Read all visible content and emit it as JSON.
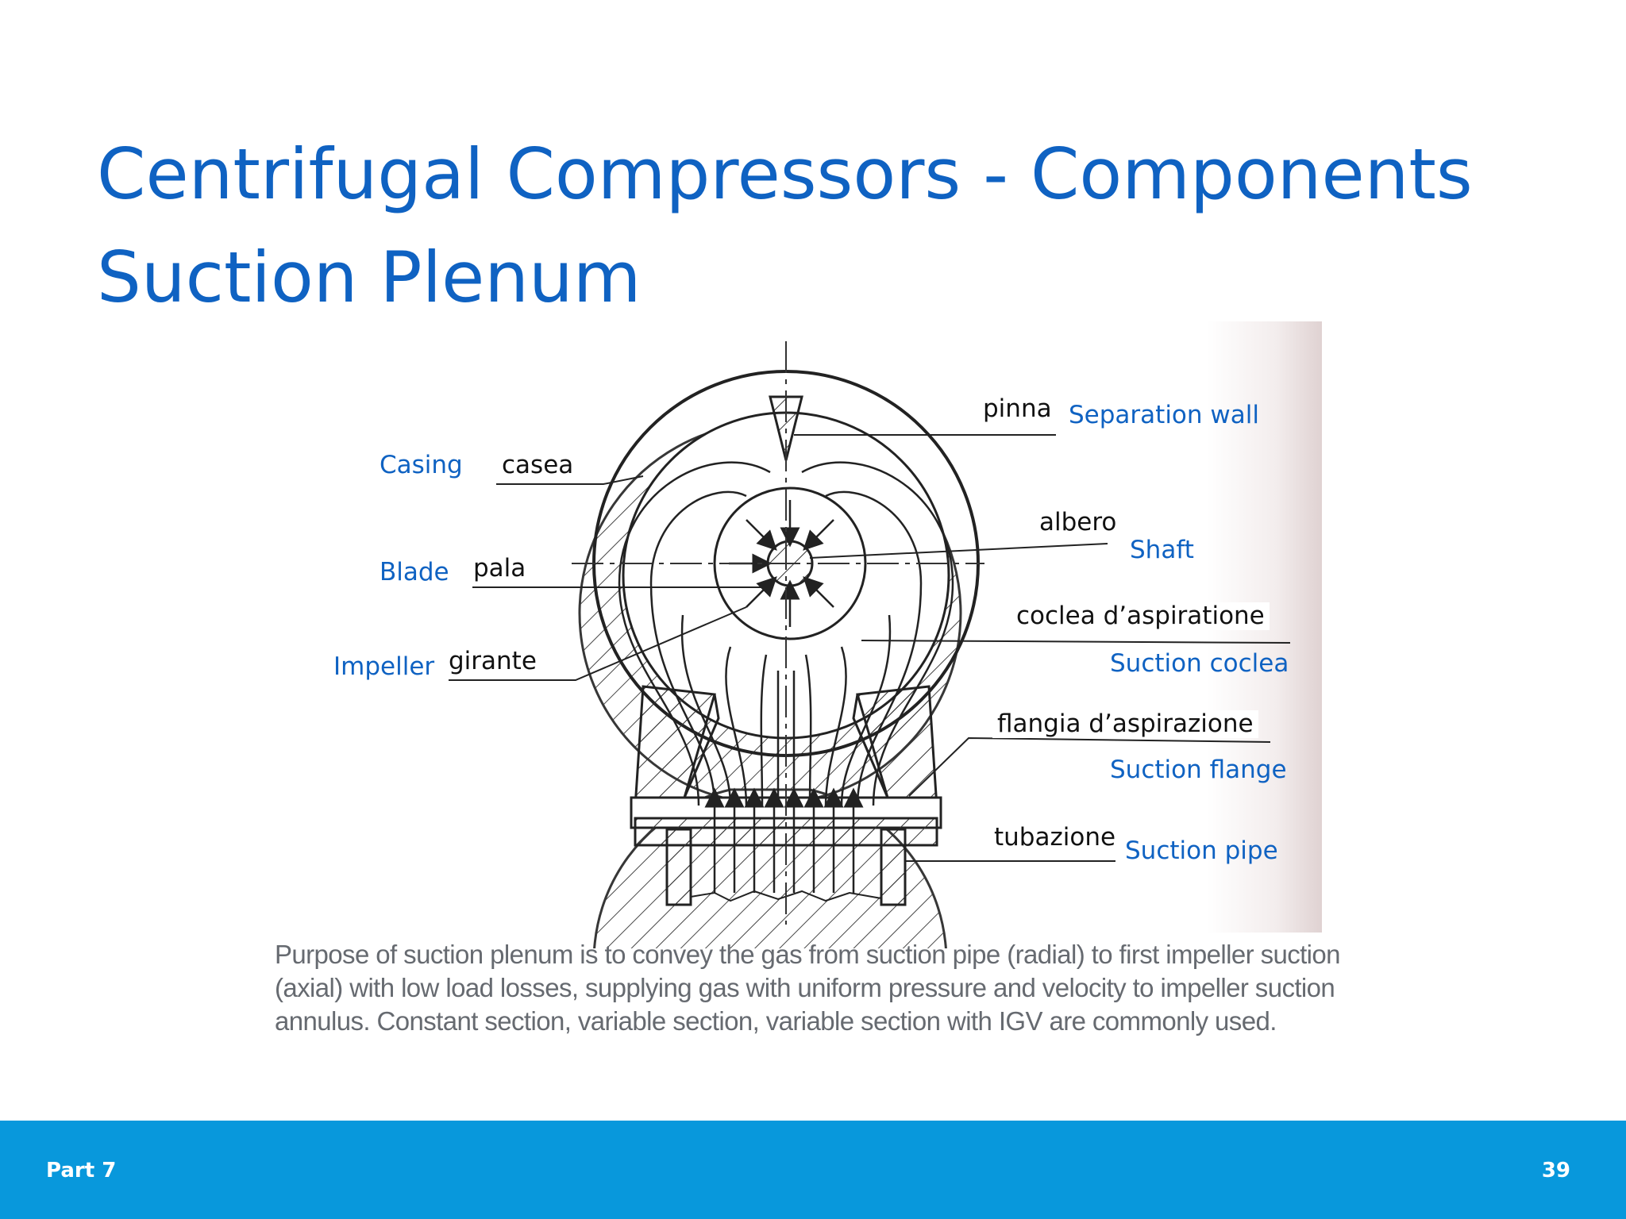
{
  "slide": {
    "title_line1": "Centrifugal Compressors - Components",
    "title_line2": "Suction Plenum",
    "caption": "Purpose of suction plenum is to convey the gas from suction pipe (radial) to first impeller suction (axial) with low load losses, supplying gas with uniform pressure and velocity to impeller suction annulus. Constant section, variable section, variable section with IGV are commonly used."
  },
  "labels": {
    "casing_en": "Casing",
    "casing_it": "casea",
    "blade_en": "Blade",
    "blade_it": "pala",
    "impeller_en": "Impeller",
    "impeller_it": "girante",
    "separation_it": "pinna",
    "separation_en": "Separation wall",
    "shaft_it": "albero",
    "shaft_en": "Shaft",
    "coclea_it": "coclea d’aspiratione",
    "coclea_en": "Suction coclea",
    "flange_it": "flangia d’aspirazione",
    "flange_en": "Suction flange",
    "pipe_it": "tubazione",
    "pipe_en": "Suction pipe"
  },
  "colors": {
    "title": "#0f62c2",
    "label_blue": "#0f62c2",
    "footer_bg": "#0898dc",
    "caption": "#666a70"
  },
  "footer": {
    "part": "Part 7",
    "page": "39"
  }
}
